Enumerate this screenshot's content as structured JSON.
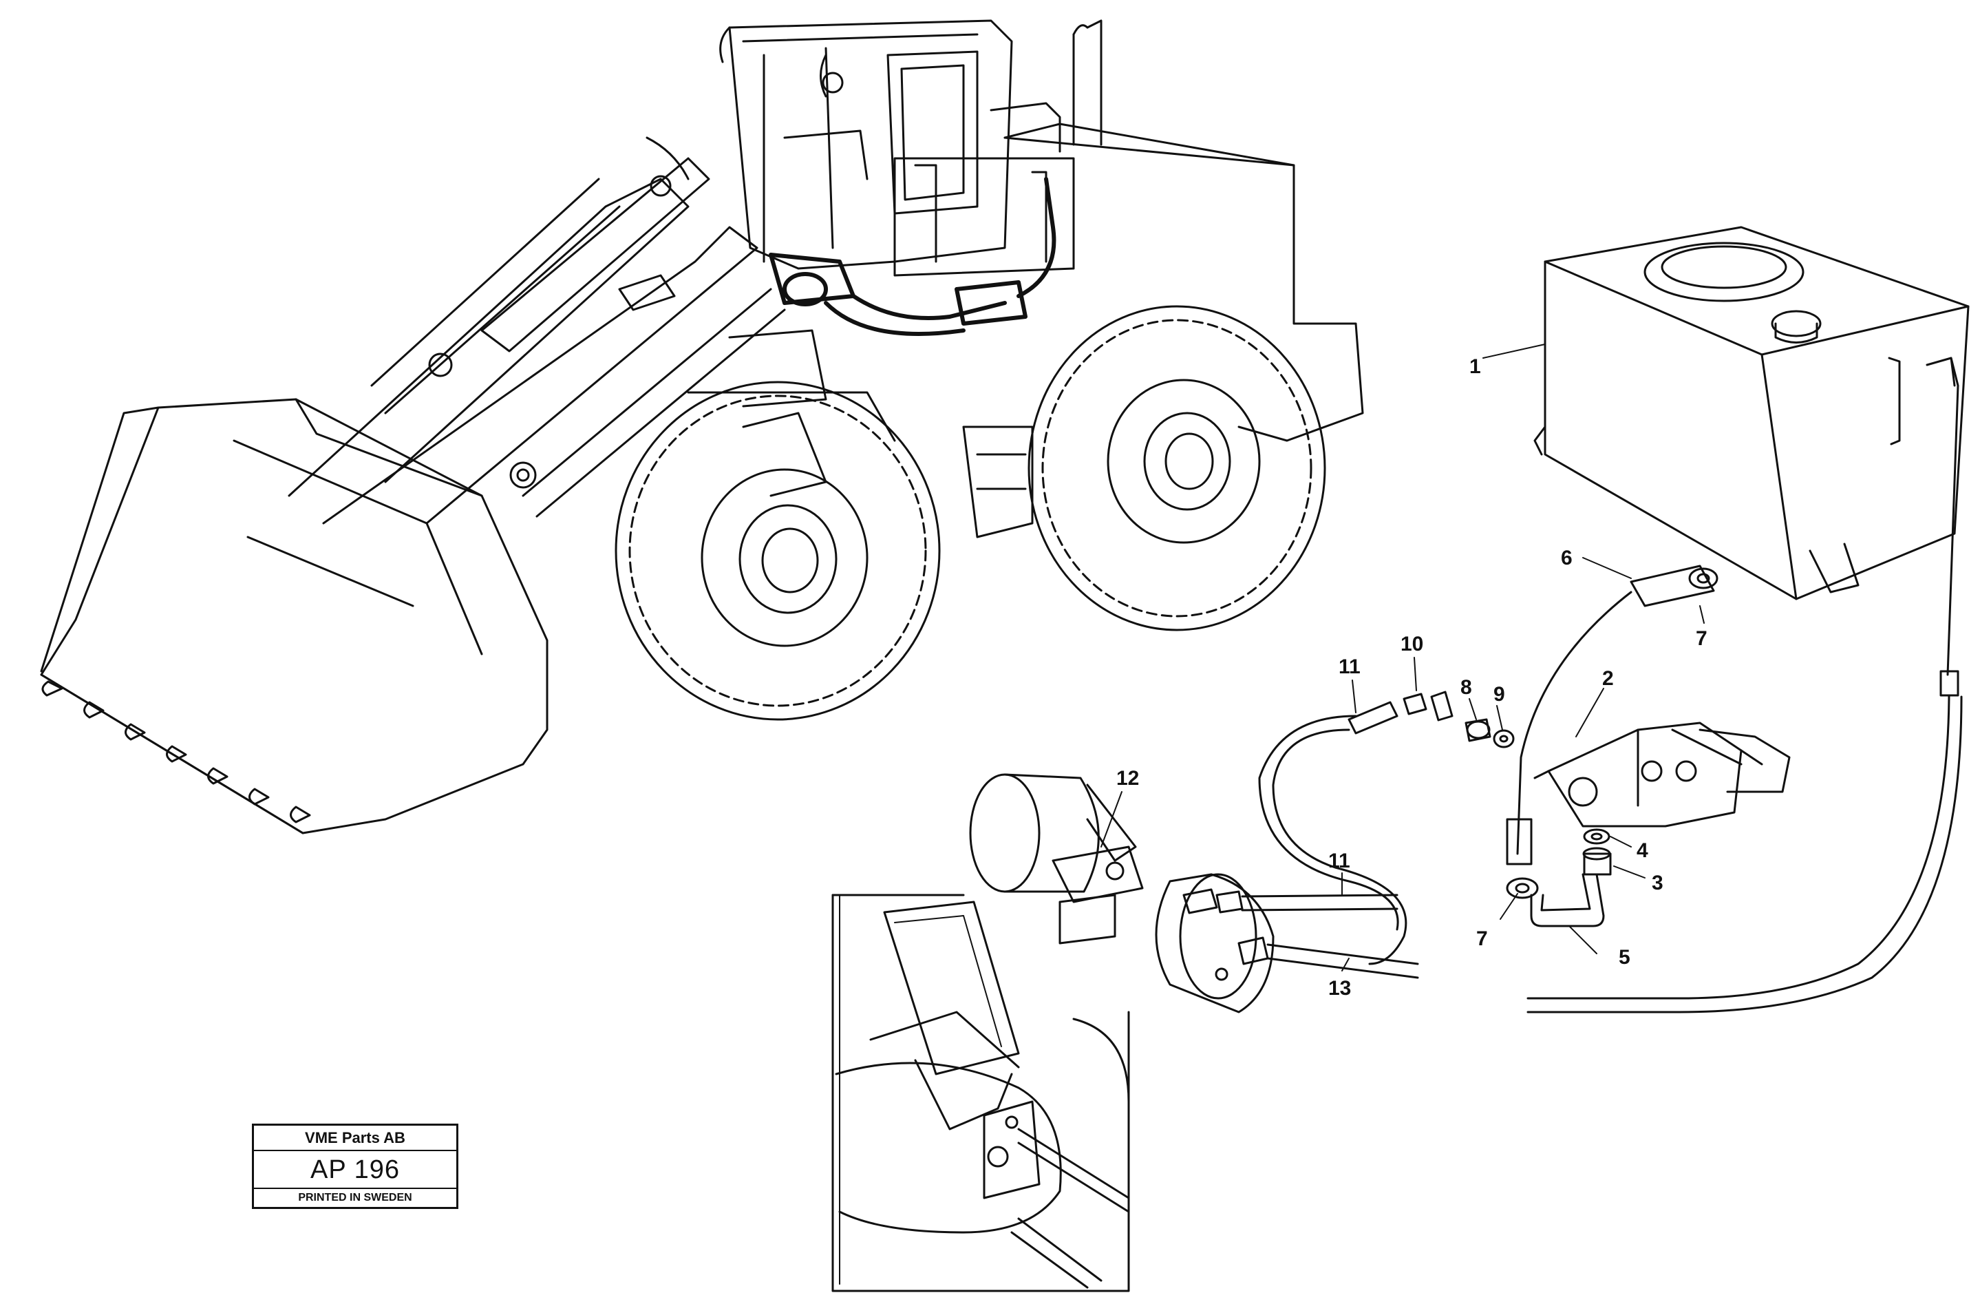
{
  "diagram": {
    "callouts": [
      {
        "id": "c1",
        "label": "1"
      },
      {
        "id": "c2",
        "label": "2"
      },
      {
        "id": "c3",
        "label": "3"
      },
      {
        "id": "c4",
        "label": "4"
      },
      {
        "id": "c5",
        "label": "5"
      },
      {
        "id": "c6",
        "label": "6"
      },
      {
        "id": "c7a",
        "label": "7"
      },
      {
        "id": "c7b",
        "label": "7"
      },
      {
        "id": "c8",
        "label": "8"
      },
      {
        "id": "c9",
        "label": "9"
      },
      {
        "id": "c10",
        "label": "10"
      },
      {
        "id": "c11a",
        "label": "11"
      },
      {
        "id": "c11b",
        "label": "11"
      },
      {
        "id": "c12",
        "label": "12"
      },
      {
        "id": "c13",
        "label": "13"
      }
    ]
  },
  "title_block": {
    "company": "VME Parts AB",
    "code": "AP 196",
    "printed": "PRINTED IN SWEDEN"
  },
  "colors": {
    "line": "#111111",
    "background": "#ffffff"
  }
}
